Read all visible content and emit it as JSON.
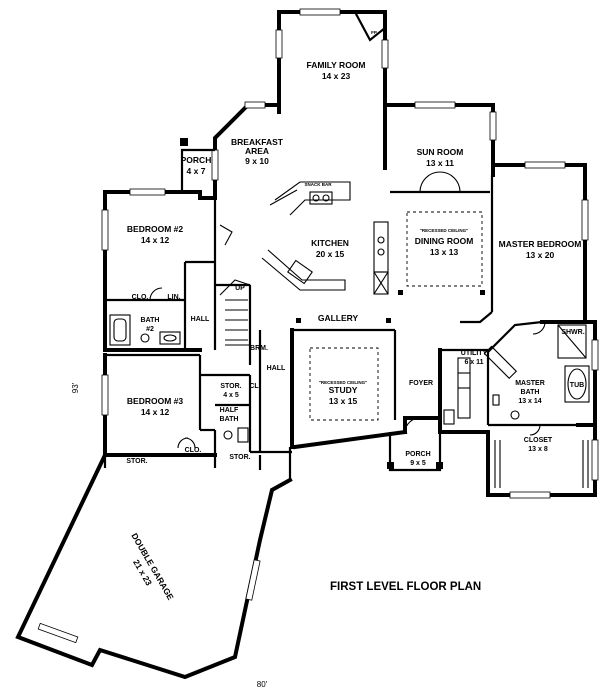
{
  "title": "FIRST LEVEL FLOOR PLAN",
  "dimensions": {
    "width": "80'",
    "depth": "93'"
  },
  "rooms": {
    "family_room": {
      "name": "FAMILY ROOM",
      "size": "14 x 23"
    },
    "breakfast": {
      "name": "BREAKFAST",
      "name2": "AREA",
      "size": "9 x 10"
    },
    "porch_rear": {
      "name": "PORCH",
      "size": "4 x 7"
    },
    "sun_room": {
      "name": "SUN ROOM",
      "size": "13 x 11"
    },
    "bedroom2": {
      "name": "BEDROOM #2",
      "size": "14 x 12"
    },
    "kitchen": {
      "name": "KITCHEN",
      "size": "20 x 15"
    },
    "dining": {
      "note": "\"RECESSED CEILING\"",
      "name": "DINING ROOM",
      "size": "13 x 13"
    },
    "master_bed": {
      "name": "MASTER BEDROOM",
      "size": "13 x 20"
    },
    "clo": {
      "name": "CLO."
    },
    "lin": {
      "name": "LIN."
    },
    "bath2": {
      "name": "BATH",
      "size": "#2"
    },
    "hall1": {
      "name": "HALL"
    },
    "gallery": {
      "name": "GALLERY"
    },
    "brm": {
      "name": "BRM."
    },
    "hall2": {
      "name": "HALL"
    },
    "utility": {
      "name": "UTILITY",
      "size": "6 x 11"
    },
    "shwr": {
      "name": "SHWR."
    },
    "bedroom3": {
      "name": "BEDROOM #3",
      "size": "14 x 12"
    },
    "stor_stair": {
      "name": "STOR.",
      "size": "4 x 5"
    },
    "cl": {
      "name": "CL."
    },
    "study": {
      "note": "\"RECESSED CEILING\"",
      "name": "STUDY",
      "size": "13 x 15"
    },
    "foyer": {
      "name": "FOYER"
    },
    "master_bath": {
      "name": "MASTER",
      "name2": "BATH",
      "size": "13 x 14"
    },
    "tub": {
      "name": "TUB"
    },
    "half_bath": {
      "name": "HALF",
      "name2": "BATH"
    },
    "closet": {
      "name": "CLOSET",
      "size": "13 x 8"
    },
    "stor_left": {
      "name": "STOR."
    },
    "clo2": {
      "name": "CLO."
    },
    "stor_mid": {
      "name": "STOR."
    },
    "porch_front": {
      "name": "PORCH",
      "size": "9 x 5"
    },
    "garage": {
      "name": "DOUBLE GARAGE",
      "size": "21 x 23"
    },
    "snack_bar": {
      "name": "SNACK BAR"
    },
    "fp": {
      "name": "FP"
    },
    "up": {
      "name": "UP"
    }
  },
  "colors": {
    "ink": "#000000",
    "paper": "#ffffff"
  }
}
